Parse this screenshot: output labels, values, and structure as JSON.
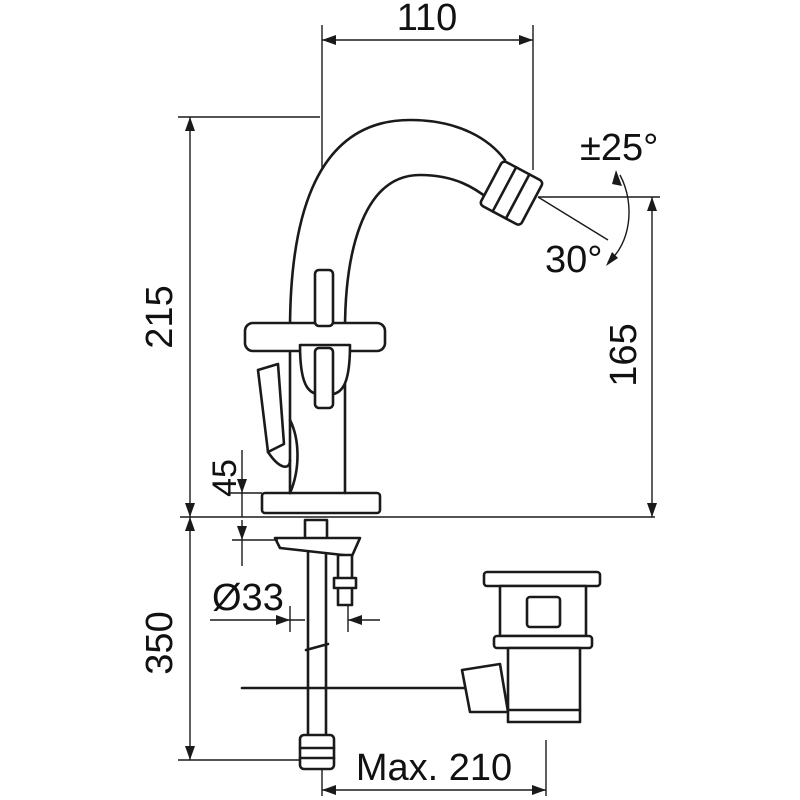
{
  "dimensions": {
    "width_top": "110",
    "angle_swivel": "±25°",
    "angle_spray": "30°",
    "height_total": "215",
    "height_spout": "165",
    "height_base": "45",
    "diameter_hole": "Ø33",
    "length_hose": "350",
    "max_distance": "Max. 210"
  }
}
